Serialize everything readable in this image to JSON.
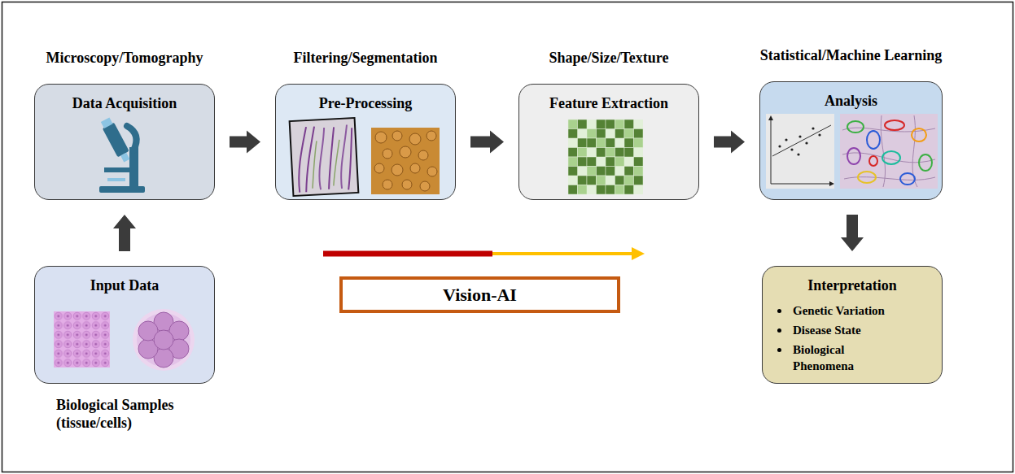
{
  "diagram": {
    "nodes": [
      {
        "text": [
          "Microscopy/Tomography",
          "Data Acquisition"
        ]
      },
      {
        "text": [
          "Filtering/Segmentation",
          "Pre-Processing"
        ]
      },
      {
        "text": [
          "Shape/Size/Texture",
          "Feature Extraction"
        ]
      },
      {
        "text": [
          "Statistical/Machine Learning",
          "Analysis"
        ]
      },
      {
        "text": [
          "Input Data",
          "Biological Samples (tissue/cells)"
        ]
      },
      {
        "text": [
          "Vision-AI"
        ]
      },
      {
        "text": [
          "Interpretation",
          "Genetic Variation",
          "Disease State",
          "Biological Phenomena"
        ]
      }
    ],
    "edges": [
      {
        "from": 4,
        "to": 0,
        "arrow": "to"
      },
      {
        "from": 0,
        "to": 1,
        "arrow": "to"
      },
      {
        "from": 1,
        "to": 2,
        "arrow": "to"
      },
      {
        "from": 2,
        "to": 3,
        "arrow": "to"
      },
      {
        "from": 3,
        "to": 6,
        "arrow": "to"
      }
    ]
  }
}
